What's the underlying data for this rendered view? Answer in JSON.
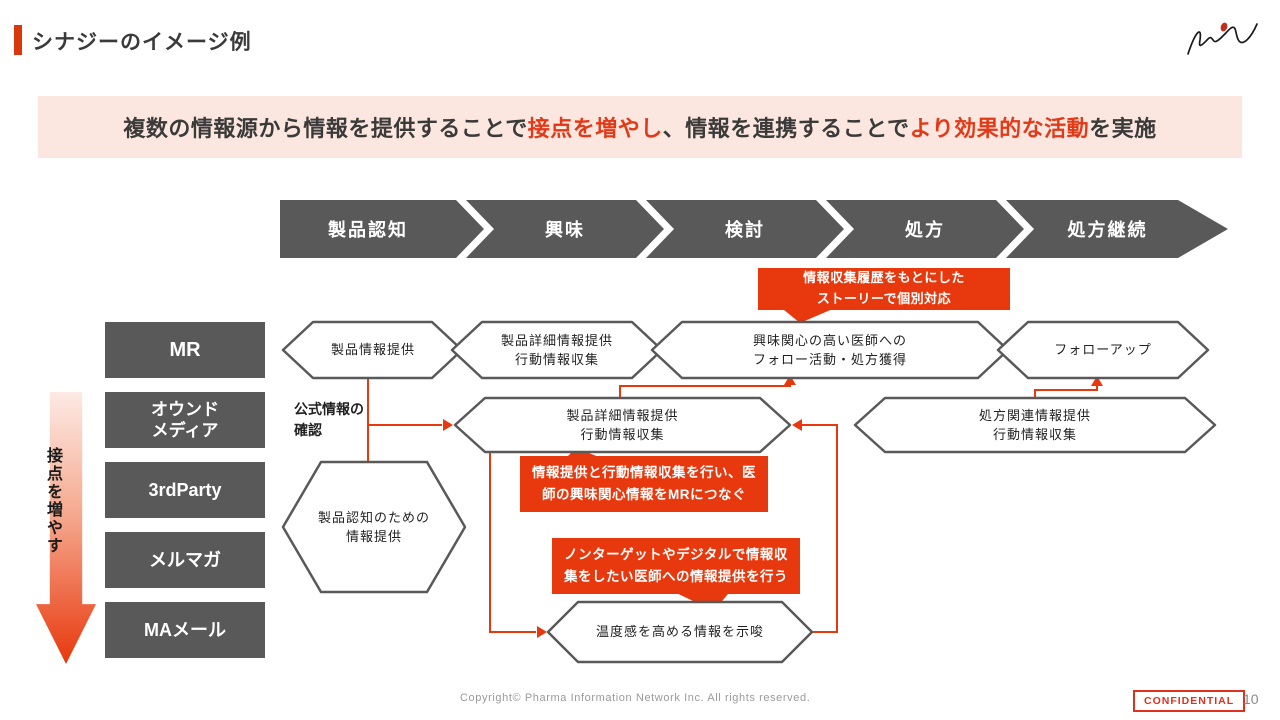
{
  "colors": {
    "accent_red": "#e8380d",
    "dark_gray": "#595959",
    "banner_background": "#fce6e0",
    "confidential_red": "#e0301e"
  },
  "title": "シナジーのイメージ例",
  "banner": {
    "part1": "複数の情報源から情報を提供することで",
    "highlight1": "接点を増やし",
    "part2": "、情報を連携することで",
    "highlight2": "より効果的な活動",
    "part3": "を実施"
  },
  "funnel_stages": [
    {
      "label": "製品認知"
    },
    {
      "label": "興味"
    },
    {
      "label": "検討"
    },
    {
      "label": "処方"
    },
    {
      "label": "処方継続"
    }
  ],
  "axis_label": "接点を増やす",
  "channels": [
    {
      "label": "MR"
    },
    {
      "label": "オウンド\nメディア"
    },
    {
      "label": "3rdParty"
    },
    {
      "label": "メルマガ"
    },
    {
      "label": "MAメール"
    }
  ],
  "hexagons": {
    "mr1": "製品情報提供",
    "mr2": "製品詳細情報提供\n行動情報収集",
    "mr3": "興味関心の高い医師への\nフォロー活動・処方獲得",
    "mr4": "フォローアップ",
    "owned": "製品詳細情報提供\n行動情報収集",
    "prescription": "処方関連情報提供\n行動情報収集",
    "awareness": "製品認知のための\n情報提供",
    "ma_mail": "温度感を高める情報を示唆"
  },
  "annotations": {
    "official_check": "公式情報の\n確認",
    "callout_history": "情報収集履歴をもとにした\nストーリーで個別対応",
    "callout_connect": "情報提供と行動情報収集を行い、医\n師の興味関心情報をMRにつなぐ",
    "callout_nontarget": "ノンターゲットやデジタルで情報収\n集をしたい医師への情報提供を行う"
  },
  "footer": {
    "copyright": "Copyright© Pharma Information Network Inc. All rights reserved.",
    "confidential": "CONFIDENTIAL",
    "page_number": "10"
  }
}
